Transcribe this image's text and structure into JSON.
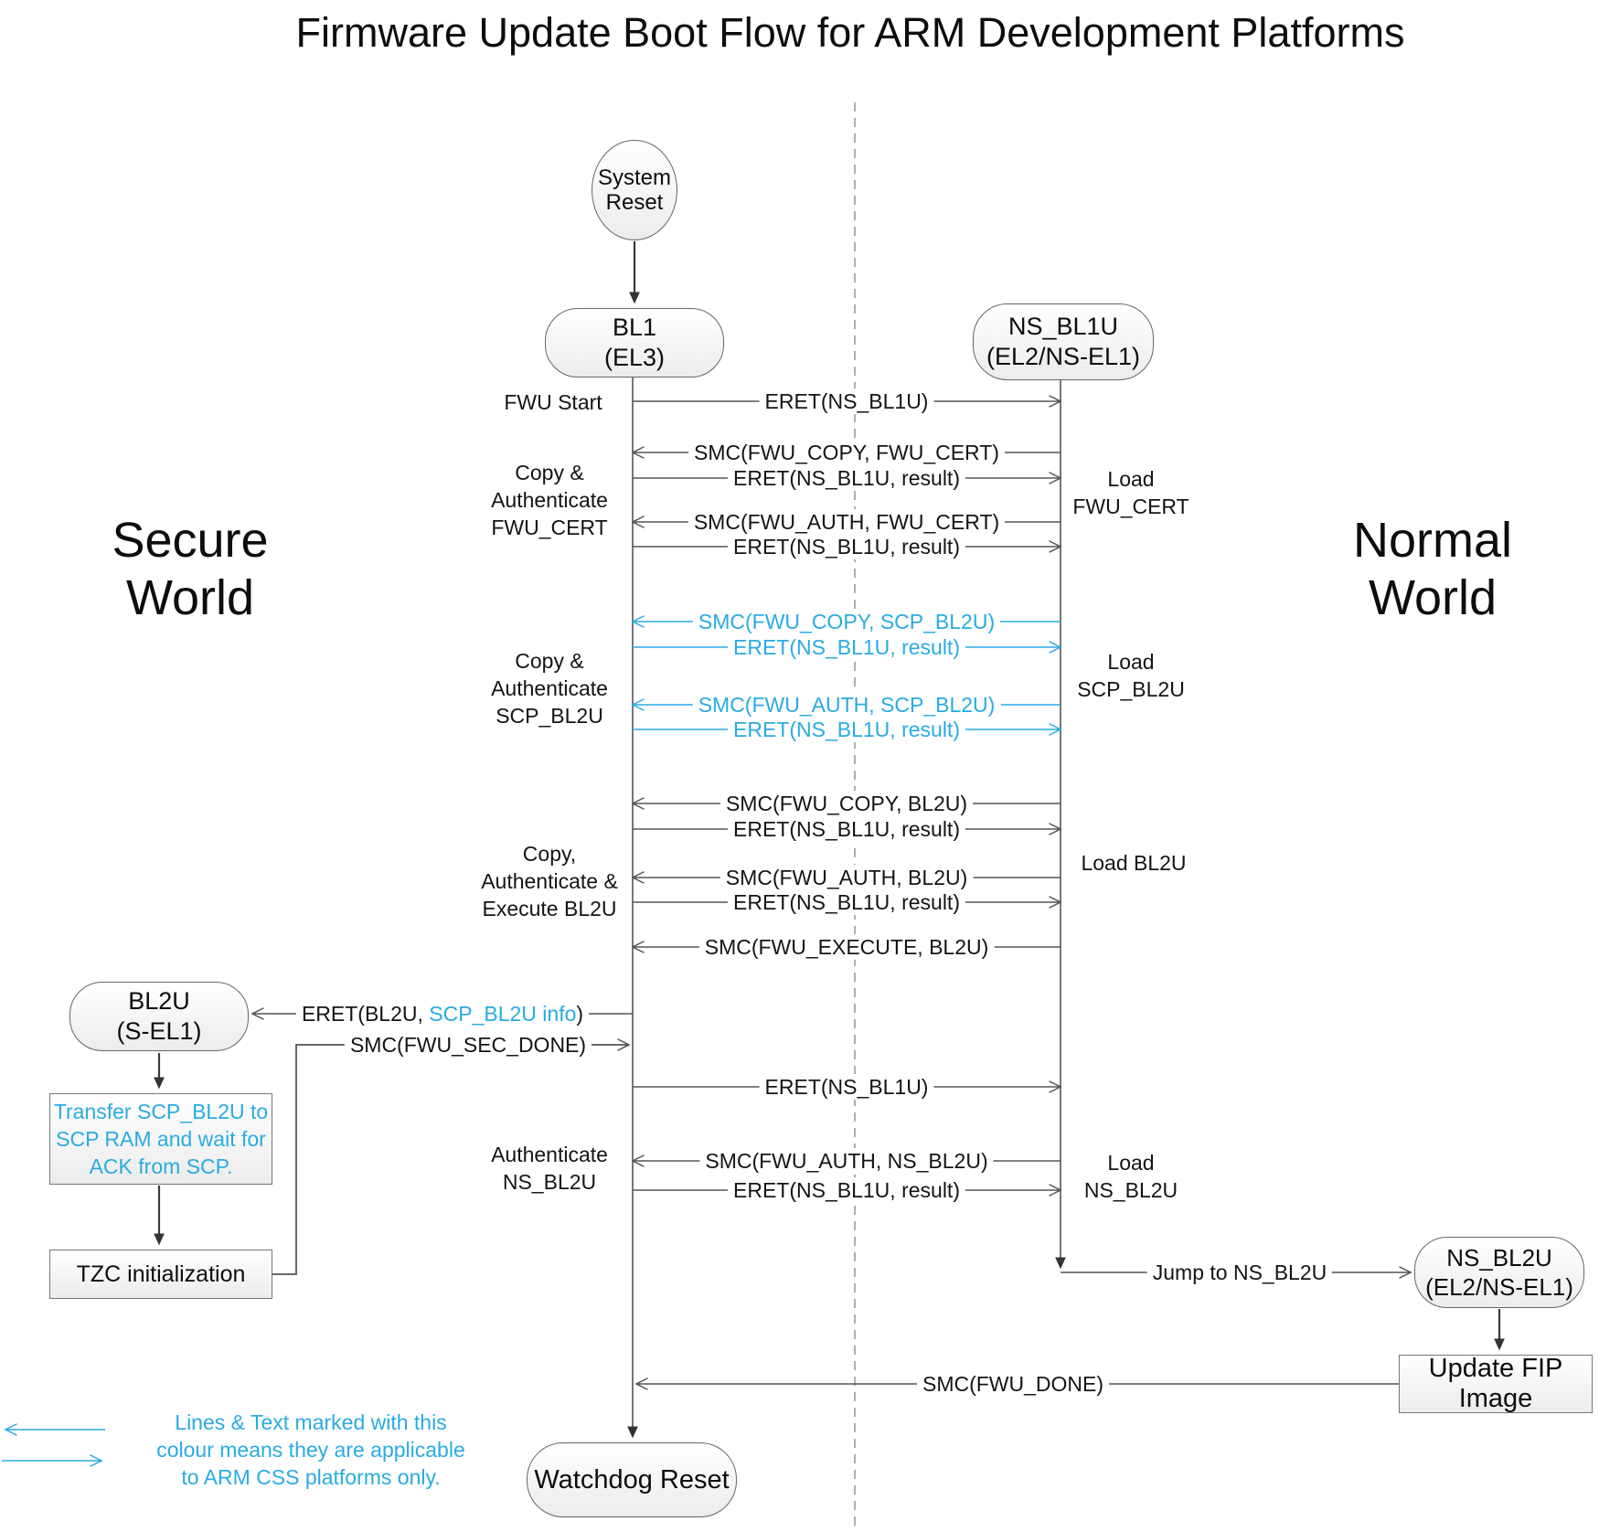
{
  "title": "Firmware Update Boot Flow for ARM Development Platforms",
  "colors": {
    "accent": "#29ABE2"
  },
  "worlds": {
    "secure": [
      "Secure",
      "World"
    ],
    "normal": [
      "Normal",
      "World"
    ]
  },
  "nodes": {
    "system_reset": [
      "System",
      "Reset"
    ],
    "bl1": [
      "BL1",
      "(EL3)"
    ],
    "ns_bl1u": [
      "NS_BL1U",
      "(EL2/NS-EL1)"
    ],
    "bl2u": [
      "BL2U",
      "(S-EL1)"
    ],
    "transfer_scp": [
      "Transfer SCP_BL2U to",
      "SCP RAM and wait for",
      "ACK from SCP."
    ],
    "tzc": "TZC initialization",
    "ns_bl2u": [
      "NS_BL2U",
      "(EL2/NS-EL1)"
    ],
    "update_fip": "Update FIP Image",
    "watchdog": "Watchdog Reset"
  },
  "messages": {
    "eret_start": "ERET(NS_BL1U)",
    "smc_copy_fwu_cert": "SMC(FWU_COPY, FWU_CERT)",
    "eret_result": "ERET(NS_BL1U, result)",
    "smc_auth_fwu_cert": "SMC(FWU_AUTH, FWU_CERT)",
    "smc_copy_scp_bl2u": "SMC(FWU_COPY, SCP_BL2U)",
    "smc_auth_scp_bl2u": "SMC(FWU_AUTH, SCP_BL2U)",
    "smc_copy_bl2u": "SMC(FWU_COPY, BL2U)",
    "smc_auth_bl2u": "SMC(FWU_AUTH, BL2U)",
    "smc_execute_bl2u": "SMC(FWU_EXECUTE, BL2U)",
    "eret_bl2u": {
      "prefix": "ERET(BL2U, ",
      "highlight": "SCP_BL2U info",
      "suffix": ")"
    },
    "smc_sec_done": "SMC(FWU_SEC_DONE)",
    "eret_ns_bl1u": "ERET(NS_BL1U)",
    "smc_auth_ns_bl2u": "SMC(FWU_AUTH, NS_BL2U)",
    "jump_to_ns_bl2u": "Jump to NS_BL2U",
    "smc_fwu_done": "SMC(FWU_DONE)"
  },
  "side_labels": {
    "fwu_start": "FWU Start",
    "copy_auth_fwu_cert": [
      "Copy &",
      "Authenticate",
      "FWU_CERT"
    ],
    "copy_auth_scp_bl2u": [
      "Copy &",
      "Authenticate",
      "SCP_BL2U"
    ],
    "copy_auth_exec_bl2u": [
      "Copy,",
      "Authenticate &",
      "Execute BL2U"
    ],
    "authenticate_ns_bl2u": [
      "Authenticate",
      "NS_BL2U"
    ],
    "load_fwu_cert": [
      "Load",
      "FWU_CERT"
    ],
    "load_scp_bl2u": [
      "Load",
      "SCP_BL2U"
    ],
    "load_bl2u": "Load BL2U",
    "load_ns_bl2u": [
      "Load",
      "NS_BL2U"
    ]
  },
  "legend": [
    "Lines & Text marked with this",
    "colour means they are applicable",
    "to ARM CSS platforms only."
  ]
}
